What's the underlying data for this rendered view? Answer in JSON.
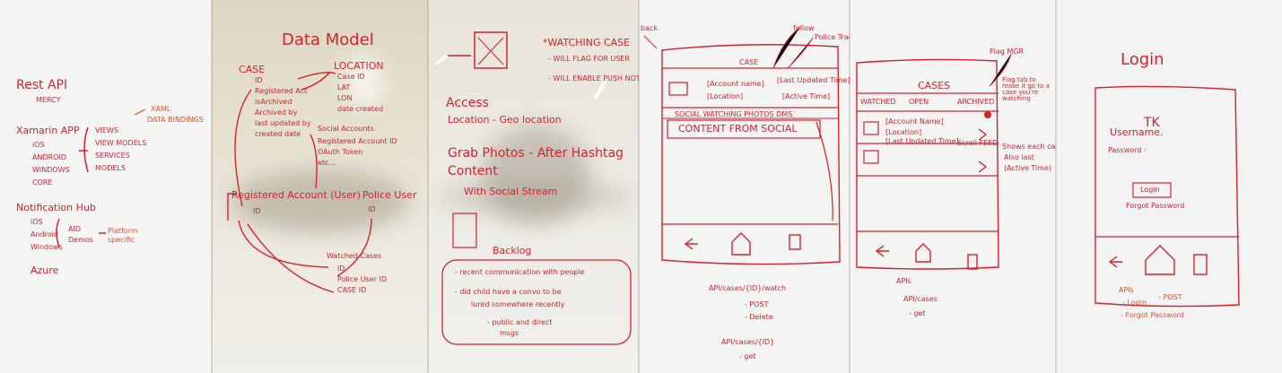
{
  "panel1": {
    "rest_api": "Rest API",
    "mercy": "MERCY",
    "xamarin": "Xamarin APP",
    "platforms": [
      "iOS",
      "ANDROID",
      "WINDOWS",
      "CORE"
    ],
    "mvvm": [
      "VIEWS",
      "VIEW MODELS",
      "SERVICES",
      "MODELS"
    ],
    "notes": [
      "XAML",
      "DATA BINDINGS"
    ],
    "notification_hub": "Notification Hub",
    "nh_platforms": [
      "iOS",
      "Android",
      "Windows"
    ],
    "nh_note": [
      "AID",
      "Demos"
    ],
    "nh_note2": [
      "Platform",
      "specific"
    ],
    "azure": "Azure"
  },
  "panel2": {
    "title": "Data Model",
    "case_label": "CASE",
    "case_fields": [
      "ID",
      "Registered Acc",
      "isArchived",
      "Archived by",
      "last updated by",
      "created date"
    ],
    "location_label": "LOCATION",
    "location_fields": [
      "Case ID",
      "LAT",
      "LON",
      "date created"
    ],
    "social_label": "Social Accounts",
    "social_fields": [
      "Registered Account ID",
      "OAuth Token",
      "etc..."
    ],
    "registered_account": "Registered Account (User)",
    "registered_id": "ID",
    "police_user": "Police User",
    "police_id": "ID",
    "watched_label": "Watched Cases",
    "watched_fields": [
      "ID",
      "Police User ID",
      "CASE ID"
    ]
  },
  "panel3": {
    "watching_case": "*WATCHING CASE",
    "watching_notes": [
      "- WILL FLAG FOR USER",
      "- WILL ENABLE PUSH NOTIFICATIONS"
    ],
    "access": "Access",
    "location": "Location - Geo location",
    "grab_photos": "Grab Photos - After Hashtag",
    "content": "Content",
    "social_stream": "With Social Stream",
    "backlog": "Backlog",
    "backlog_items": [
      "- recent communication with people",
      "- did child have a convo to be",
      "lured somewhere recently",
      "- public and direct",
      "msgs"
    ]
  },
  "panel4": {
    "back_label": "back",
    "follow_note": "follow",
    "police_note": "Police Tracking",
    "case_header": "CASE",
    "account_field": "[Account name]",
    "location_field": "[Location]",
    "last_updated": "[Last Updated Time]",
    "active_time": "[Active Time]",
    "social_tabs": "SOCIAL WATCHING PHOTOS DMS",
    "content_box": "CONTENT FROM SOCIAL",
    "api1": "API/cases/{ID}/watch",
    "post": "- POST",
    "delete": "- Delete",
    "api2": "API/cases/{ID}",
    "get": "- get"
  },
  "panel5": {
    "cases_title": "CASES",
    "tabs": [
      "WATCHED",
      "OPEN",
      "ARCHIVED"
    ],
    "flag_note": "Flag MGR",
    "side_notes": [
      "Flag tab to make it go to a case you're watching"
    ],
    "row_fields": [
      "[Account Name]",
      "[Location]",
      "[Last Updated Time]"
    ],
    "scroll_note": "Scroll FEED",
    "list_note": [
      "Shows each case",
      "Also last",
      "(Active Time)"
    ],
    "apis": "APIs",
    "api_cases": "API/cases",
    "get": "- get"
  },
  "panel6": {
    "title": "Login",
    "logo": "TK",
    "username": "Username.",
    "password": "Password :",
    "login_button": "Login",
    "forgot": "Forgot Password",
    "apis": "APIs",
    "login_api": "- Login",
    "post": "- POST",
    "forgot_api": "- Forgot Password"
  },
  "colors": {
    "marker_red": "#d8202c",
    "marker_orange": "#e4502a",
    "board": "#f4f4f3"
  }
}
